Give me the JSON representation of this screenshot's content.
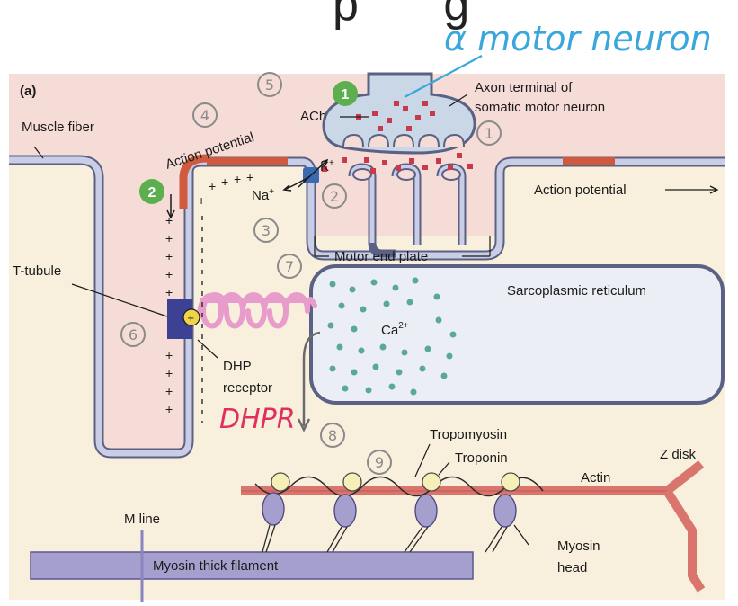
{
  "title_partial": "p g",
  "handwritten_title": "α motor neuron",
  "panel_label": "(a)",
  "labels": {
    "muscle_fiber": "Muscle fiber",
    "ach": "ACh",
    "axon_terminal_1": "Axon terminal of",
    "axon_terminal_2": "somatic motor neuron",
    "action_potential_left": "Action potential",
    "k": "K",
    "na": "Na",
    "action_potential_right": "Action potential",
    "motor_end_plate": "Motor end plate",
    "t_tubule": "T-tubule",
    "sarcoplasmic_reticulum": "Sarcoplasmic reticulum",
    "ca": "Ca",
    "ca_charge": "2+",
    "dhp_1": "DHP",
    "dhp_2": "receptor",
    "tropomyosin": "Tropomyosin",
    "troponin": "Troponin",
    "z_disk": "Z disk",
    "actin": "Actin",
    "m_line": "M line",
    "myosin_thick": "Myosin thick filament",
    "myosin_head_1": "Myosin",
    "myosin_head_2": "head"
  },
  "handwritten": {
    "dhpr": "DHPR",
    "n1": "1",
    "n2": "2",
    "n3": "3",
    "n4": "4",
    "n5": "5",
    "n6": "6",
    "n7": "7",
    "n8": "8",
    "n9": "9"
  },
  "step_badges": {
    "s1": "1",
    "s2": "2"
  },
  "colors": {
    "muscle_pink": "#f6dcd7",
    "cytoplasm": "#f8efdd",
    "membrane": "#c9cde6",
    "membrane_edge": "#5b6184",
    "badge_green": "#5cae4f",
    "ach_red": "#c73a4e",
    "calcium_teal": "#5aa89a",
    "actin": "#d9756c",
    "myosin": "#a59fcd",
    "handwriting_blue": "#3aa7dc",
    "handwriting_pink": "#e0305e",
    "handwriting_gray": "#8a8a8a"
  }
}
